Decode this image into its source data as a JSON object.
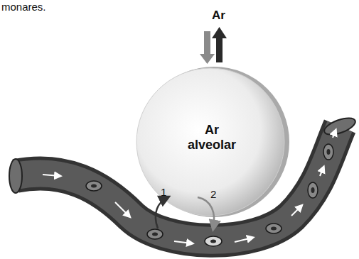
{
  "diagram": {
    "nodes": [
      {
        "text": [
          "Ar alveolar"
        ]
      }
    ],
    "labels": [
      "monares.",
      "Ar",
      "1",
      "2"
    ]
  }
}
